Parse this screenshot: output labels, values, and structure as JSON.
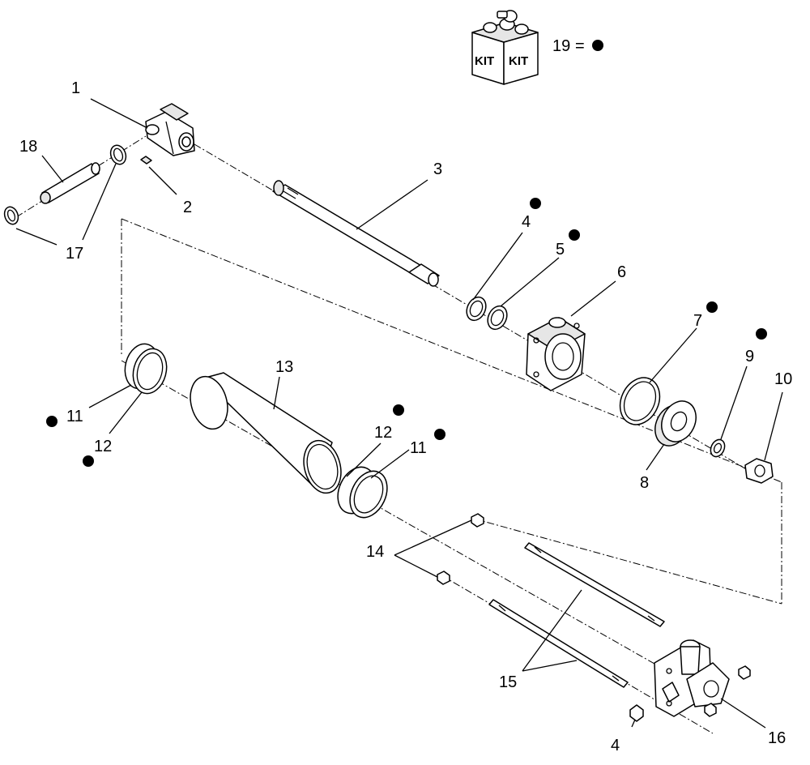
{
  "kit": {
    "box_labels": [
      "KIT",
      "KIT"
    ],
    "legend_number": "19",
    "legend_equals": "="
  },
  "callouts": [
    {
      "id": "c1",
      "label": "1"
    },
    {
      "id": "c2",
      "label": "2"
    },
    {
      "id": "c3",
      "label": "3"
    },
    {
      "id": "c4a",
      "label": "4"
    },
    {
      "id": "c5",
      "label": "5"
    },
    {
      "id": "c6",
      "label": "6"
    },
    {
      "id": "c7",
      "label": "7"
    },
    {
      "id": "c8",
      "label": "8"
    },
    {
      "id": "c9",
      "label": "9"
    },
    {
      "id": "c10",
      "label": "10"
    },
    {
      "id": "c11a",
      "label": "11"
    },
    {
      "id": "c12a",
      "label": "12"
    },
    {
      "id": "c13",
      "label": "13"
    },
    {
      "id": "c12b",
      "label": "12"
    },
    {
      "id": "c11b",
      "label": "11"
    },
    {
      "id": "c14",
      "label": "14"
    },
    {
      "id": "c15",
      "label": "15"
    },
    {
      "id": "c4b",
      "label": "4"
    },
    {
      "id": "c16",
      "label": "16"
    },
    {
      "id": "c17",
      "label": "17"
    },
    {
      "id": "c18",
      "label": "18"
    }
  ],
  "kit_marked_parts": [
    "4",
    "5",
    "7",
    "9",
    "11",
    "12",
    "11",
    "12"
  ]
}
